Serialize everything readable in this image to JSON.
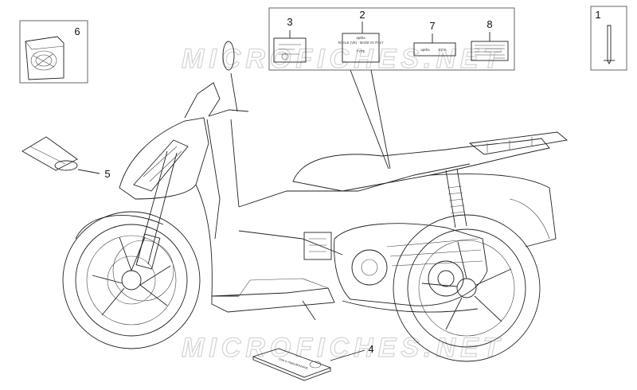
{
  "watermark": "MICROFICHES.NET",
  "callouts": {
    "c1": "1",
    "c2": "2",
    "c3": "3",
    "c4": "4",
    "c5": "5",
    "c6": "6",
    "c7": "7",
    "c8": "8"
  },
  "decals": {
    "aprilia_brand": "aprilia",
    "spa": "S.p.A.",
    "made_in": "NOALE (VE) - MADE IN ITALY",
    "type": "TYPE"
  },
  "manual_title": "Uso e manutenzione"
}
